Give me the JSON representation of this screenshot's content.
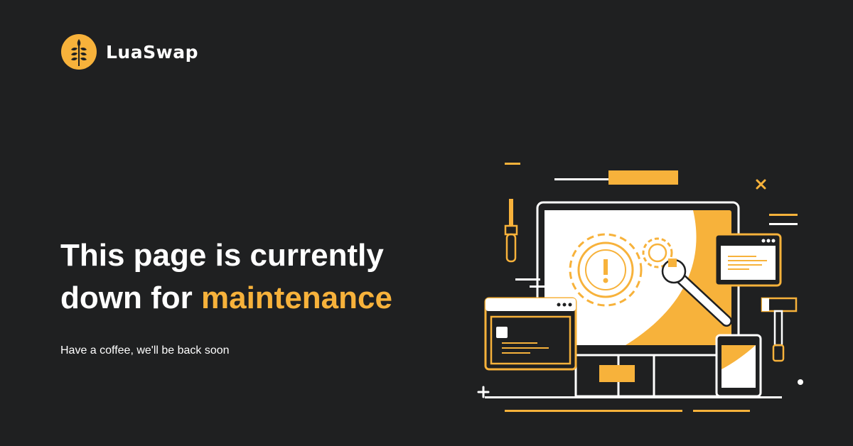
{
  "brand": {
    "name": "LuaSwap",
    "logo_icon": "wheat-icon"
  },
  "hero": {
    "headline_part1": "This page is currently down for ",
    "headline_accent": "maintenance",
    "subtext": "Have a coffee, we'll be back soon"
  },
  "illustration": {
    "icons": [
      "monitor-icon",
      "gear-icon",
      "warning-icon",
      "wrench-icon",
      "screwdriver-icon",
      "hammer-icon",
      "browser-window-icon",
      "phone-icon"
    ]
  },
  "colors": {
    "background": "#1f2021",
    "accent": "#f7b23b",
    "text": "#ffffff"
  }
}
